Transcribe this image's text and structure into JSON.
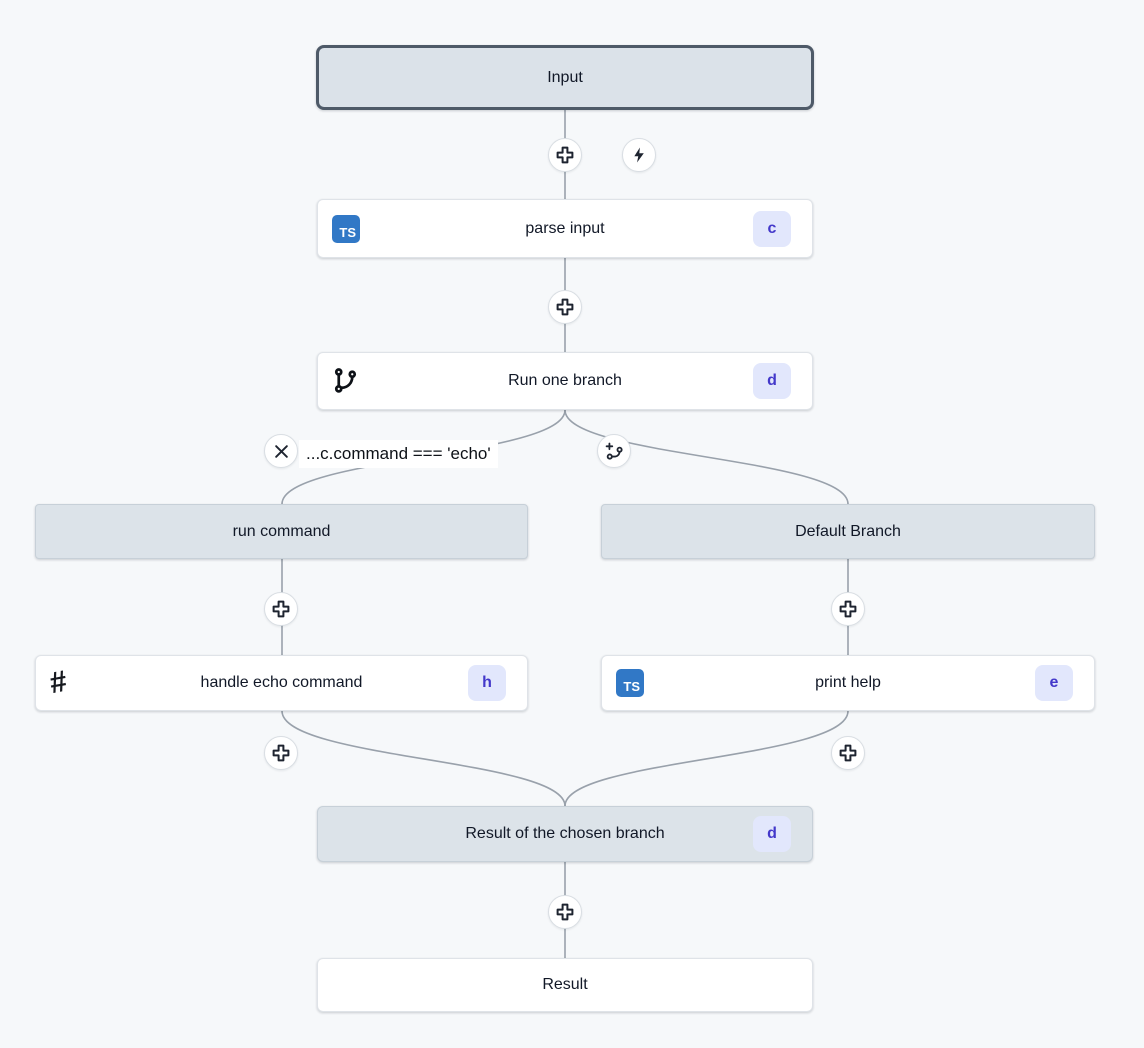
{
  "app": "flow-editor",
  "colors": {
    "background": "#f6f8fa",
    "node_gray_fill": "#dce3e9",
    "input_border": "#4e5a68",
    "edge": "#99a1ab",
    "badge_bg": "#e2e7fc",
    "badge_text": "#4338ca",
    "typescript_blue": "#3178c6",
    "icon_dark": "#1e2430"
  },
  "icons": {
    "typescript": "TS",
    "hash": "#",
    "add_step": "plus-cross-icon",
    "trigger": "lightning-bolt-icon",
    "delete_branch": "x-icon",
    "add_branch": "branch-plus-icon",
    "branch": "git-branch-icon"
  },
  "nodes": {
    "input": {
      "label": "Input"
    },
    "parse_input": {
      "label": "parse input",
      "badge": "c",
      "language": "TypeScript"
    },
    "run_one_branch": {
      "label": "Run one branch",
      "badge": "d"
    },
    "branch_condition": {
      "label": "...c.command === 'echo'"
    },
    "run_command_header": {
      "label": "run command"
    },
    "default_branch_header": {
      "label": "Default Branch"
    },
    "handle_echo_command": {
      "label": "handle echo command",
      "badge": "h",
      "language": "Bash"
    },
    "print_help": {
      "label": "print help",
      "badge": "e",
      "language": "TypeScript"
    },
    "result_of_chosen_branch": {
      "label": "Result of the chosen branch",
      "badge": "d"
    },
    "result": {
      "label": "Result"
    }
  }
}
